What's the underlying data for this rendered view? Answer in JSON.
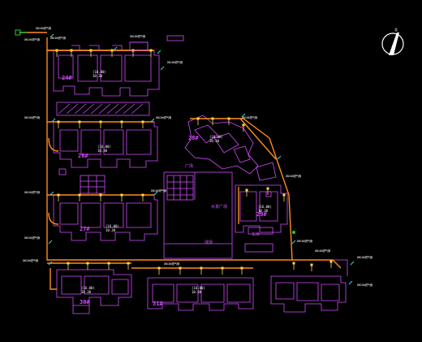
{
  "colors": {
    "background": "#000000",
    "building": "#d24dff",
    "pipe": "#ff8c1a",
    "label": "#ffffff",
    "marker": "#ffd84a",
    "tick": "#3fd0e6",
    "valve": "#22cc33"
  },
  "north_label": "北",
  "building_labels": {
    "b1": "24#",
    "b2": "26#",
    "b3": "27#",
    "b4": "28#",
    "b5": "29#",
    "b6": "30#",
    "b7": "31#"
  },
  "floor_tags": {
    "b1": "(16.00)\n10.30",
    "b2": "(16.00)\n10.30",
    "b3": "(16.00)\n10.30",
    "b4": "(16.00)\n10.30",
    "b5": "(16.00)\n10.30",
    "b6": "(16.00)\n10.30",
    "b7": "(16.00)\n10.30"
  },
  "area_labels": {
    "plaza": "广场",
    "pool": "水景广场",
    "court": "球场",
    "garage": "车库"
  },
  "pipe_callouts": [
    "DN100燃气管",
    "DN100燃气管",
    "DN100燃气管",
    "DN100燃气管",
    "DN100燃气管",
    "DN100燃气管",
    "DN100燃气管",
    "DN100燃气管",
    "DN100燃气管",
    "DN100燃气管",
    "DN100燃气管",
    "DN100燃气管",
    "DN100燃气管",
    "DN100燃气管",
    "DN100燃气管",
    "DN100燃气管",
    "DN100燃气管",
    "DN100燃气管"
  ]
}
